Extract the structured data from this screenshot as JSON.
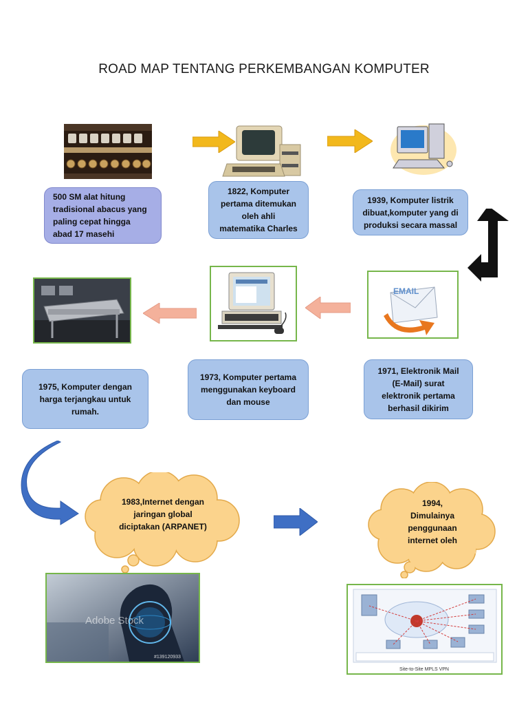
{
  "title": "ROAD MAP TENTANG PERKEMBANGAN KOMPUTER",
  "milestones": [
    {
      "text": "500 SM alat hitung\ntradisional abacus yang\npaling cepat hingga\nabad 17 masehi",
      "icon": "abacus-icon"
    },
    {
      "text": "1822, Komputer\npertama ditemukan\noleh ahli\nmatematika  Charles",
      "icon": "vintage-computer-icon"
    },
    {
      "text": "1939, Komputer listrik\ndibuat,komputer yang di\nproduksi secara massal",
      "icon": "desktop-computer-icon"
    },
    {
      "text": "1971, Elektronik Mail\n(E-Mail) surat\nelektronik pertama\nberhasil dikirim",
      "icon": "email-icon"
    },
    {
      "text": "1973, Komputer pertama\nmenggunakan keyboard\ndan mouse",
      "icon": "keyboard-computer-icon"
    },
    {
      "text": "1975, Komputer dengan\nharga terjangkau untuk\nrumah.",
      "icon": "home-computer-icon"
    }
  ],
  "clouds": [
    {
      "text": "1983,Internet dengan\njaringan global\ndiciptakan (ARPANET)"
    },
    {
      "text": "1994,\nDimulainya\npenggunaan\ninternet oleh"
    }
  ],
  "images": {
    "internet_photo_watermark": "Adobe Stock",
    "internet_photo_id": "#139120933",
    "vpn_caption": "Site-to-Site MPLS VPN",
    "email_label": "EMAIL"
  },
  "colors": {
    "box_fill": "#a9c4ea",
    "box_purple_fill": "#a6aee6",
    "arrow_yellow": "#f2b81c",
    "arrow_salmon": "#f4b19b",
    "arrow_blue": "#3f6fc4",
    "cloud_fill": "#fbd38c",
    "frame_green": "#76b64a"
  }
}
